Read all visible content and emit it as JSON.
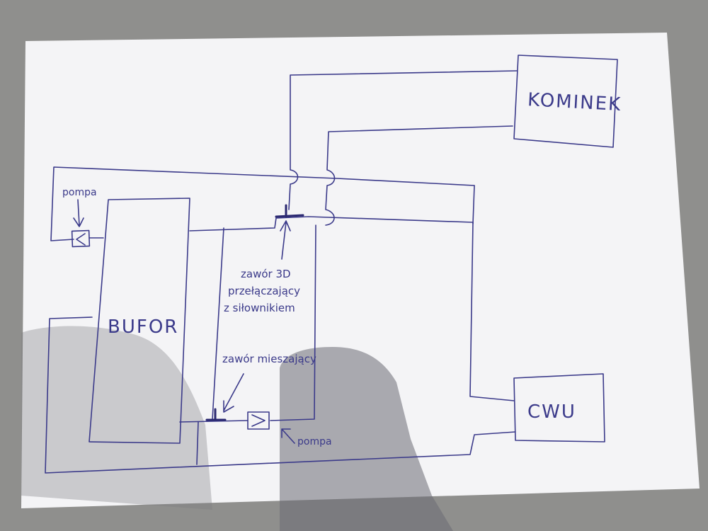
{
  "colors": {
    "floor": "#8f8f8d",
    "paper": "#f4f4f6",
    "ink": "#3b3a8a",
    "shadow": "#6c6c75"
  },
  "labels": {
    "kominek": "KOMINEK",
    "bufor": "BUFOR",
    "cwu": "CWU",
    "pompa_top": "pompa",
    "pompa_bottom": "pompa",
    "valve_3d_line1": "zawór 3D",
    "valve_3d_line2": "przełączający",
    "valve_3d_line3": "z siłownikiem",
    "valve_mix": "zawór mieszający"
  }
}
